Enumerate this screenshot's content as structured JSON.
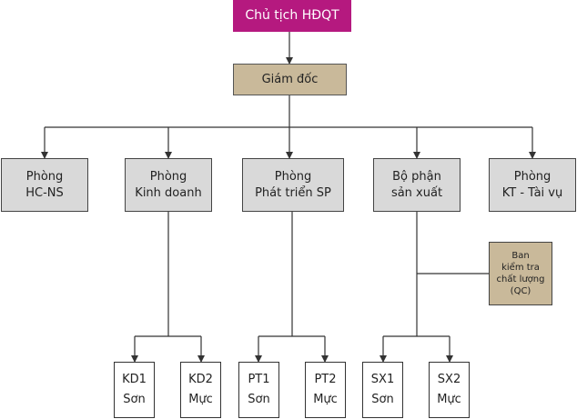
{
  "chairman": "Chủ tịch HĐQT",
  "director": "Giám đốc",
  "departments": [
    {
      "line1": "Phòng",
      "line2": "HC-NS"
    },
    {
      "line1": "Phòng",
      "line2": "Kinh doanh"
    },
    {
      "line1": "Phòng",
      "line2": "Phát triển SP"
    },
    {
      "line1": "Bộ phận",
      "line2": "sản xuất"
    },
    {
      "line1": "Phòng",
      "line2": "KT - Tài vụ"
    }
  ],
  "qc": {
    "line1": "Ban",
    "line2": "kiểm tra",
    "line3": "chất lượng",
    "line4": "(QC)"
  },
  "units": [
    {
      "code": "KD1",
      "name": "Sơn"
    },
    {
      "code": "KD2",
      "name": "Mực"
    },
    {
      "code": "PT1",
      "name": "Sơn"
    },
    {
      "code": "PT2",
      "name": "Mực"
    },
    {
      "code": "SX1",
      "name": "Sơn"
    },
    {
      "code": "SX2",
      "name": "Mực"
    }
  ],
  "colors": {
    "chairman": "#b5197f",
    "director": "#c9b99a",
    "department": "#d9d9d9",
    "qc": "#c9b99a",
    "line": "#333333"
  }
}
